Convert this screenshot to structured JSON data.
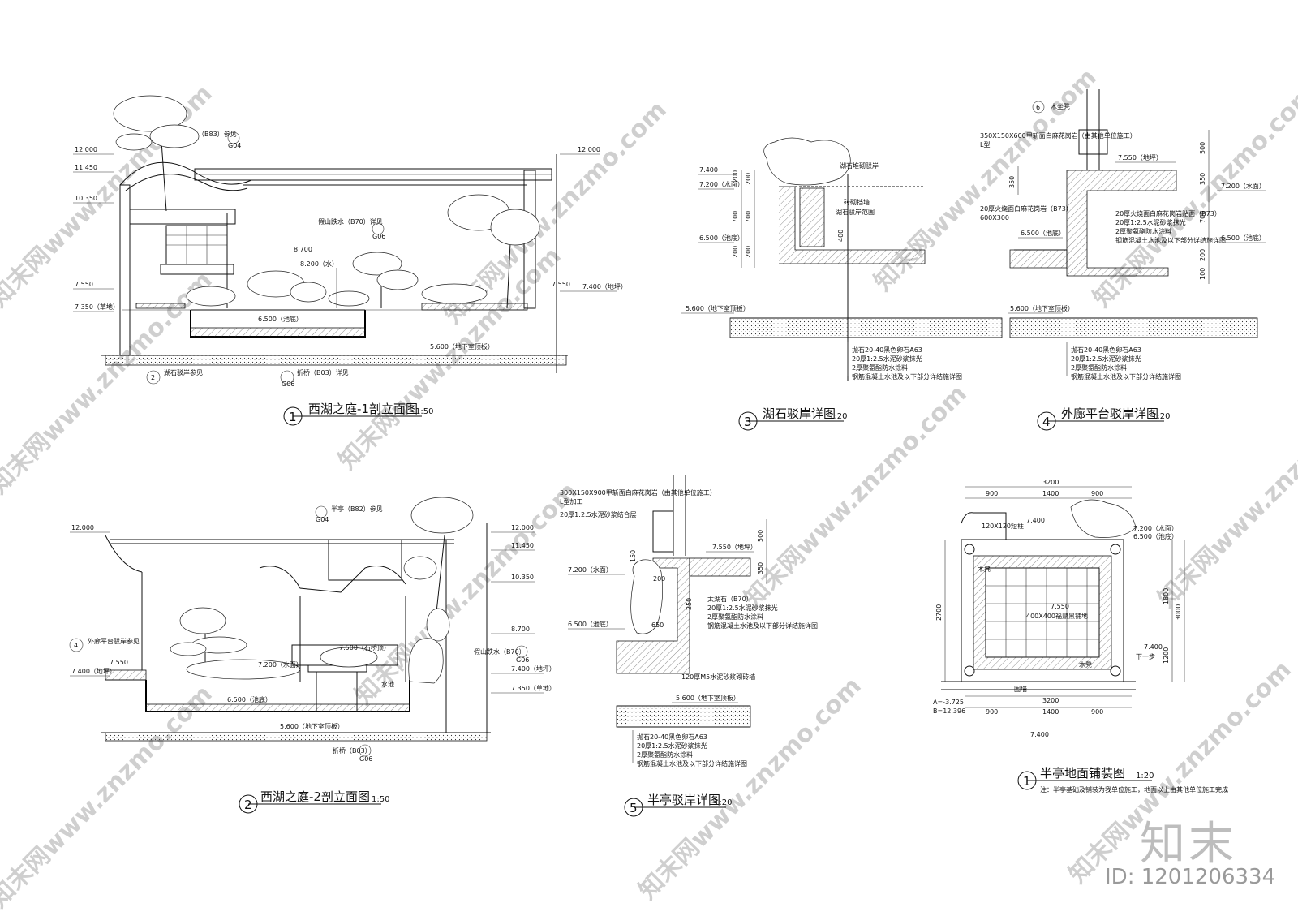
{
  "drawings": {
    "d1": {
      "num": "1",
      "title": "西湖之庭-1剖立面图",
      "scale": "1:50",
      "levels": {
        "l12000": "12.000",
        "l11450": "11.450",
        "l10350": "10.350",
        "l7550": "7.550",
        "l7350": "7.350（草地）",
        "r12000": "12.000",
        "r7550": "7.550",
        "r7400": "7.400（地坪）",
        "c8700": "8.700",
        "c8200": "8.200（水）",
        "c6500": "6.500（池底）",
        "c5600": "5.600（地下室顶板）"
      },
      "notes": {
        "ref_top": "（B83）参见",
        "ref_top_code": "G04",
        "ref_mid": "假山跌水（B70）详见",
        "ref_mid_code": "G06",
        "ref_bl": "湖石驳岸参见",
        "ref_bl_num": "2",
        "ref_br": "折桥（B03）详见",
        "ref_br_code": "G06"
      }
    },
    "d3": {
      "num": "3",
      "title": "湖石驳岸详图",
      "scale": "1:20",
      "levels": {
        "l7400": "7.400",
        "l7200": "7.200（水面）",
        "l6500": "6.500（池底）",
        "l5600": "5.600（地下室顶板）"
      },
      "dims": {
        "d200": "200",
        "d700": "700",
        "d200b": "200",
        "d200c": "200",
        "d700b": "700",
        "d200d": "200",
        "d400": "400"
      },
      "notes": {
        "n1": "湖石堆砌驳岸",
        "n2": "砖砌挡墙",
        "n3": "湖石驳岸范围"
      },
      "layers": [
        "抛石20-40黑色卵石A63",
        "20厚1:2.5水泥砂浆抹光",
        "2厚聚氨酯防水涂料",
        "钢筋混凝土水池及以下部分详结施详图"
      ]
    },
    "d4": {
      "num": "4",
      "title": "外廊平台驳岸详图",
      "scale": "1:20",
      "levels": {
        "l7550": "7.550（地坪）",
        "l7200": "7.200（水面）",
        "l6500": "6.500（池底）",
        "l6500r": "6.500（池底）",
        "l5600": "5.600（地下室顶板）"
      },
      "dims": {
        "d500": "500",
        "d350": "350",
        "d700": "700",
        "d200": "200",
        "d100": "100",
        "d350b": "350",
        "d600": "600X300"
      },
      "notes": {
        "tag": "6",
        "n0": "木坐凳",
        "n1": "350X150X600甲斩面白麻花岗岩（由其他单位施工）",
        "n1b": "L型",
        "n2": "20厚火烧面白麻花岗岩（B73）",
        "n3": "20厚火烧面白麻花岗岩贴面（B73）",
        "n4": "20厚1:2.5水泥砂浆抹光",
        "n5": "2厚聚氨酯防水涂料",
        "n6": "钢筋混凝土水池及以下部分详结施详图"
      },
      "layers": [
        "抛石20-40黑色卵石A63",
        "20厚1:2.5水泥砂浆抹光",
        "2厚聚氨酯防水涂料",
        "钢筋混凝土水池及以下部分详结施详图"
      ]
    },
    "d2": {
      "num": "2",
      "title": "西湖之庭-2剖立面图",
      "scale": "1:50",
      "levels": {
        "l12000": "12.000",
        "l7550": "7.550",
        "l7400": "7.400（地坪）",
        "r12000": "12.000",
        "r11450": "11.450",
        "r10350": "10.350",
        "r8700": "8.700",
        "r7400": "7.400（地坪）",
        "r7350": "7.350（草地）",
        "c7500": "7.500（石桥顶）",
        "c7200": "7.200（水面）",
        "c6500": "6.500（池底）",
        "c5600": "5.600（地下室顶板）"
      },
      "notes": {
        "ref_top": "半亭（B82）参见",
        "ref_top_code": "G04",
        "ref_left": "外廊平台驳岸参见",
        "ref_left_num": "4",
        "ref_right": "假山跌水（B70）",
        "ref_right_code": "G06",
        "ref_bot": "折桥（B03）",
        "ref_bot_code": "G06",
        "n_water": "水池"
      }
    },
    "d5": {
      "num": "5",
      "title": "半亭驳岸详图",
      "scale": "1:20",
      "levels": {
        "l7550": "7.550（地坪）",
        "l7200": "7.200（水面）",
        "l6500": "6.500（池底）",
        "l5600": "5.600（地下室顶板）"
      },
      "dims": {
        "d500": "500",
        "d350": "350",
        "d150": "150",
        "d200": "200",
        "d250": "250",
        "d650": "650"
      },
      "notes": {
        "n1": "300X150X900甲斩面白麻花岗岩（由其他单位施工）",
        "n1b": "L型加工",
        "n2": "20厚1:2.5水泥砂浆结合层",
        "n3": "太湖石（B70）",
        "n4": "20厚1:2.5水泥砂浆抹光",
        "n5": "2厚聚氨酯防水涂料",
        "n6": "钢筋混凝土水池及以下部分详结施详图",
        "n7": "120厚M5水泥砂浆砌砖墙"
      },
      "layers": [
        "抛石20-40黑色卵石A63",
        "20厚1:2.5水泥砂浆抹光",
        "2厚聚氨酯防水涂料",
        "钢筋混凝土水池及以下部分详结施详图"
      ]
    },
    "d6": {
      "num": "1",
      "title": "半亭地面铺装图",
      "scale": "1:20",
      "note": "注：半亭基础及铺装为我单位施工，地面以上由其他单位施工完成",
      "dims": {
        "top_total": "3200",
        "top_a": "900",
        "top_b": "1400",
        "top_c": "900",
        "bot_total": "3200",
        "bot_a": "900",
        "bot_b": "1400",
        "bot_c": "900",
        "left": "2700",
        "right_a": "1800",
        "right_b": "3000",
        "right_c": "1200"
      },
      "levels": {
        "l7400t": "7.400",
        "l7200": "7.200（水面）",
        "l6500": "6.500（池底）",
        "l7400r": "7.400",
        "l7400b": "7.400"
      },
      "notes": {
        "pillar": "120X120短柱",
        "mat": "400X400福鼎黑铺地",
        "bench_l": "木凳",
        "bench_r": "木凳",
        "step": "下一步",
        "a_val": "A=-3.725",
        "b_val": "B=12.396",
        "center": "7.550",
        "mid": "围墙"
      }
    }
  },
  "watermark": {
    "text": "知末网www.znzmo.com"
  },
  "brand": "知末",
  "image_id": "ID: 1201206334"
}
